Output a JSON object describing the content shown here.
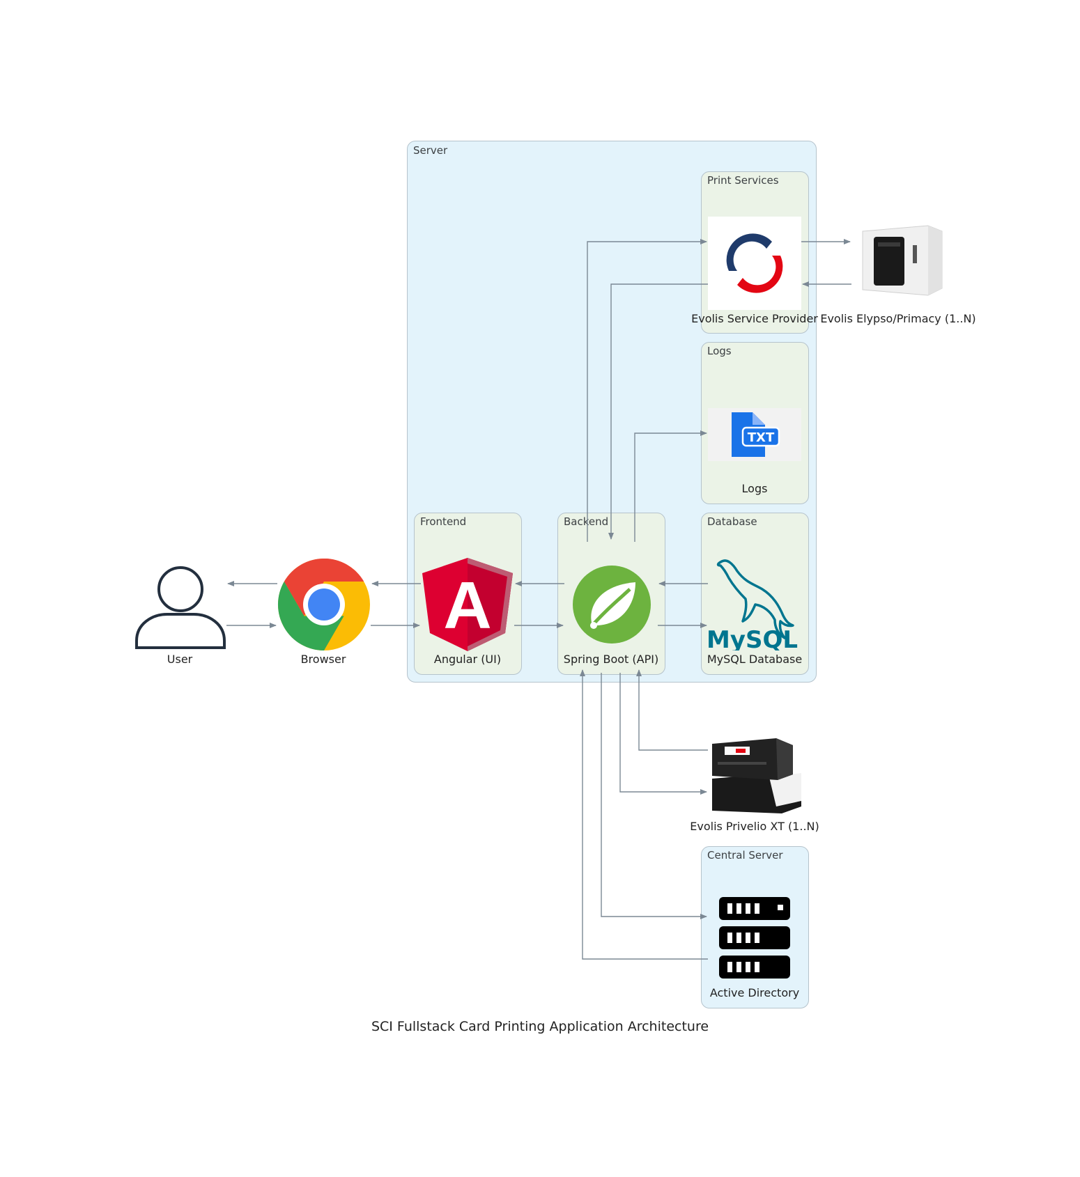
{
  "title": "SCI Fullstack Card Printing Application Architecture",
  "clusters": {
    "server": "Server",
    "print_services": "Print Services",
    "logs": "Logs",
    "frontend": "Frontend",
    "backend": "Backend",
    "database": "Database",
    "central_server": "Central Server"
  },
  "nodes": {
    "user": "User",
    "browser": "Browser",
    "angular": "Angular (UI)",
    "spring": "Spring Boot (API)",
    "mysql": "MySQL Database",
    "evolis_provider": "Evolis Service Provider",
    "elypso": "Evolis Elypso/Primacy (1..N)",
    "logs": "Logs",
    "privelio": "Evolis Privelio XT (1..N)",
    "active_directory": "Active Directory"
  },
  "icons": {
    "angular_letter": "A",
    "mysql_wordmark": "MySQL",
    "txt_badge": "TXT"
  },
  "colors": {
    "server_fill": "#e3f3fb",
    "subcluster_fill": "#ebf3e7",
    "cluster_stroke": "#b5c3cc",
    "edge": "#7b8894"
  }
}
